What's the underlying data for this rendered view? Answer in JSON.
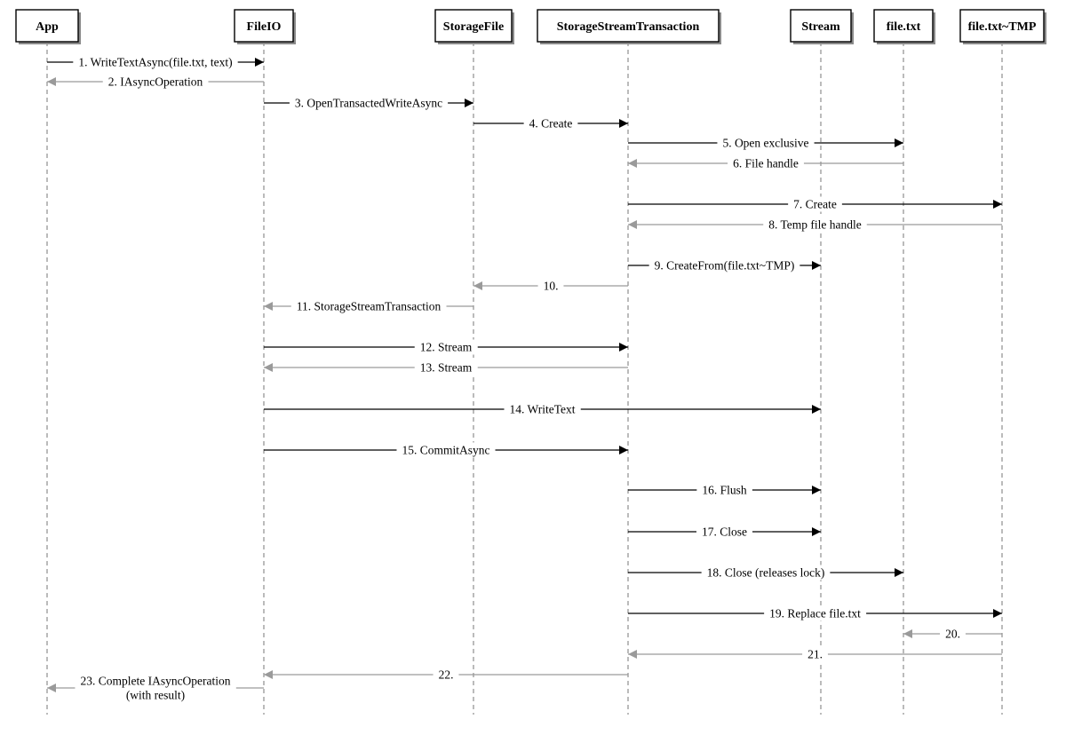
{
  "participants": [
    {
      "id": "app",
      "label": "App"
    },
    {
      "id": "fileio",
      "label": "FileIO"
    },
    {
      "id": "storagefile",
      "label": "StorageFile"
    },
    {
      "id": "sst",
      "label": "StorageStreamTransaction"
    },
    {
      "id": "stream",
      "label": "Stream"
    },
    {
      "id": "filetxt",
      "label": "file.txt"
    },
    {
      "id": "filetmp",
      "label": "file.txt~TMP"
    }
  ],
  "messages": [
    {
      "from": "app",
      "to": "fileio",
      "label": "1. WriteTextAsync(file.txt, text)",
      "kind": "call"
    },
    {
      "from": "fileio",
      "to": "app",
      "label": "2. IAsyncOperation",
      "kind": "return"
    },
    {
      "from": "fileio",
      "to": "storagefile",
      "label": "3. OpenTransactedWriteAsync",
      "kind": "call"
    },
    {
      "from": "storagefile",
      "to": "sst",
      "label": "4. Create",
      "kind": "call"
    },
    {
      "from": "sst",
      "to": "filetxt",
      "label": "5. Open exclusive",
      "kind": "call"
    },
    {
      "from": "filetxt",
      "to": "sst",
      "label": "6. File handle",
      "kind": "return"
    },
    {
      "from": "sst",
      "to": "filetmp",
      "label": "7. Create",
      "kind": "call"
    },
    {
      "from": "filetmp",
      "to": "sst",
      "label": "8. Temp file handle",
      "kind": "return"
    },
    {
      "from": "sst",
      "to": "stream",
      "label": "9. CreateFrom(file.txt~TMP)",
      "kind": "call"
    },
    {
      "from": "sst",
      "to": "storagefile",
      "label": "10.",
      "kind": "return"
    },
    {
      "from": "storagefile",
      "to": "fileio",
      "label": "11. StorageStreamTransaction",
      "kind": "return"
    },
    {
      "from": "fileio",
      "to": "sst",
      "label": "12. Stream",
      "kind": "call"
    },
    {
      "from": "sst",
      "to": "fileio",
      "label": "13. Stream",
      "kind": "return"
    },
    {
      "from": "fileio",
      "to": "stream",
      "label": "14. WriteText",
      "kind": "call"
    },
    {
      "from": "fileio",
      "to": "sst",
      "label": "15. CommitAsync",
      "kind": "call"
    },
    {
      "from": "sst",
      "to": "stream",
      "label": "16. Flush",
      "kind": "call"
    },
    {
      "from": "sst",
      "to": "stream",
      "label": "17. Close",
      "kind": "call"
    },
    {
      "from": "sst",
      "to": "filetxt",
      "label": "18. Close (releases lock)",
      "kind": "call"
    },
    {
      "from": "sst",
      "to": "filetmp",
      "label": "19. Replace file.txt",
      "kind": "call"
    },
    {
      "from": "filetmp",
      "to": "filetxt",
      "label": "20.",
      "kind": "return"
    },
    {
      "from": "filetmp",
      "to": "sst",
      "label": "21.",
      "kind": "return"
    },
    {
      "from": "sst",
      "to": "fileio",
      "label": "22.",
      "kind": "return"
    },
    {
      "from": "fileio",
      "to": "app",
      "label": "23. Complete IAsyncOperation",
      "label2": "(with result)",
      "kind": "return"
    }
  ],
  "colors": {
    "call": "#000000",
    "return": "#9a9a9a",
    "lifeline": "#777777"
  }
}
